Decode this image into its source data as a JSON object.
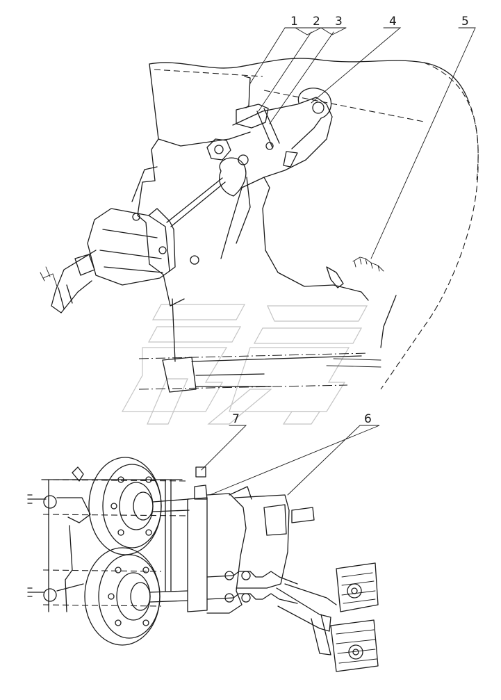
{
  "callouts": {
    "c1": "1",
    "c2": "2",
    "c3": "3",
    "c4": "4",
    "c5": "5",
    "c6": "6",
    "c7": "7"
  },
  "colors": {
    "line": "#1a1a1a",
    "watermark": "#c4c4c4",
    "background": "#ffffff"
  }
}
